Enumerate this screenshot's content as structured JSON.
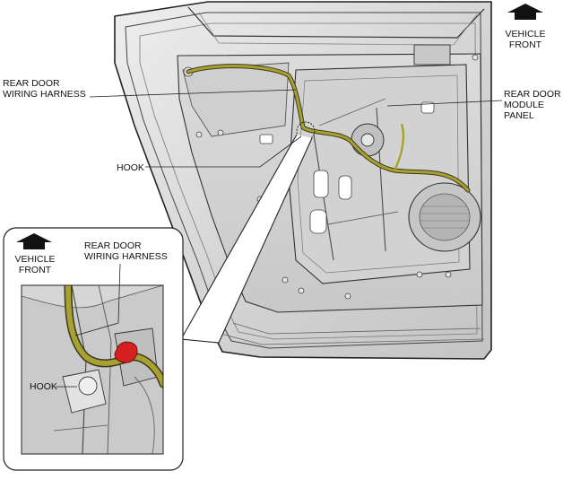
{
  "main_view": {
    "labels": {
      "harness": "REAR DOOR\nWIRING HARNESS",
      "module_panel": "REAR DOOR\nMODULE\nPANEL",
      "hook": "HOOK"
    },
    "orientation": "VEHICLE\nFRONT"
  },
  "detail_view": {
    "orientation": "VEHICLE\nFRONT",
    "labels": {
      "harness": "REAR DOOR\nWIRING HARNESS",
      "hook": "HOOK"
    }
  },
  "colors": {
    "harness": "#a8a030",
    "hook_highlight": "#d42020",
    "door_fill": "#d8d8d8",
    "outline": "#222222"
  },
  "icons": [
    "vehicle-front-arrow-icon"
  ]
}
